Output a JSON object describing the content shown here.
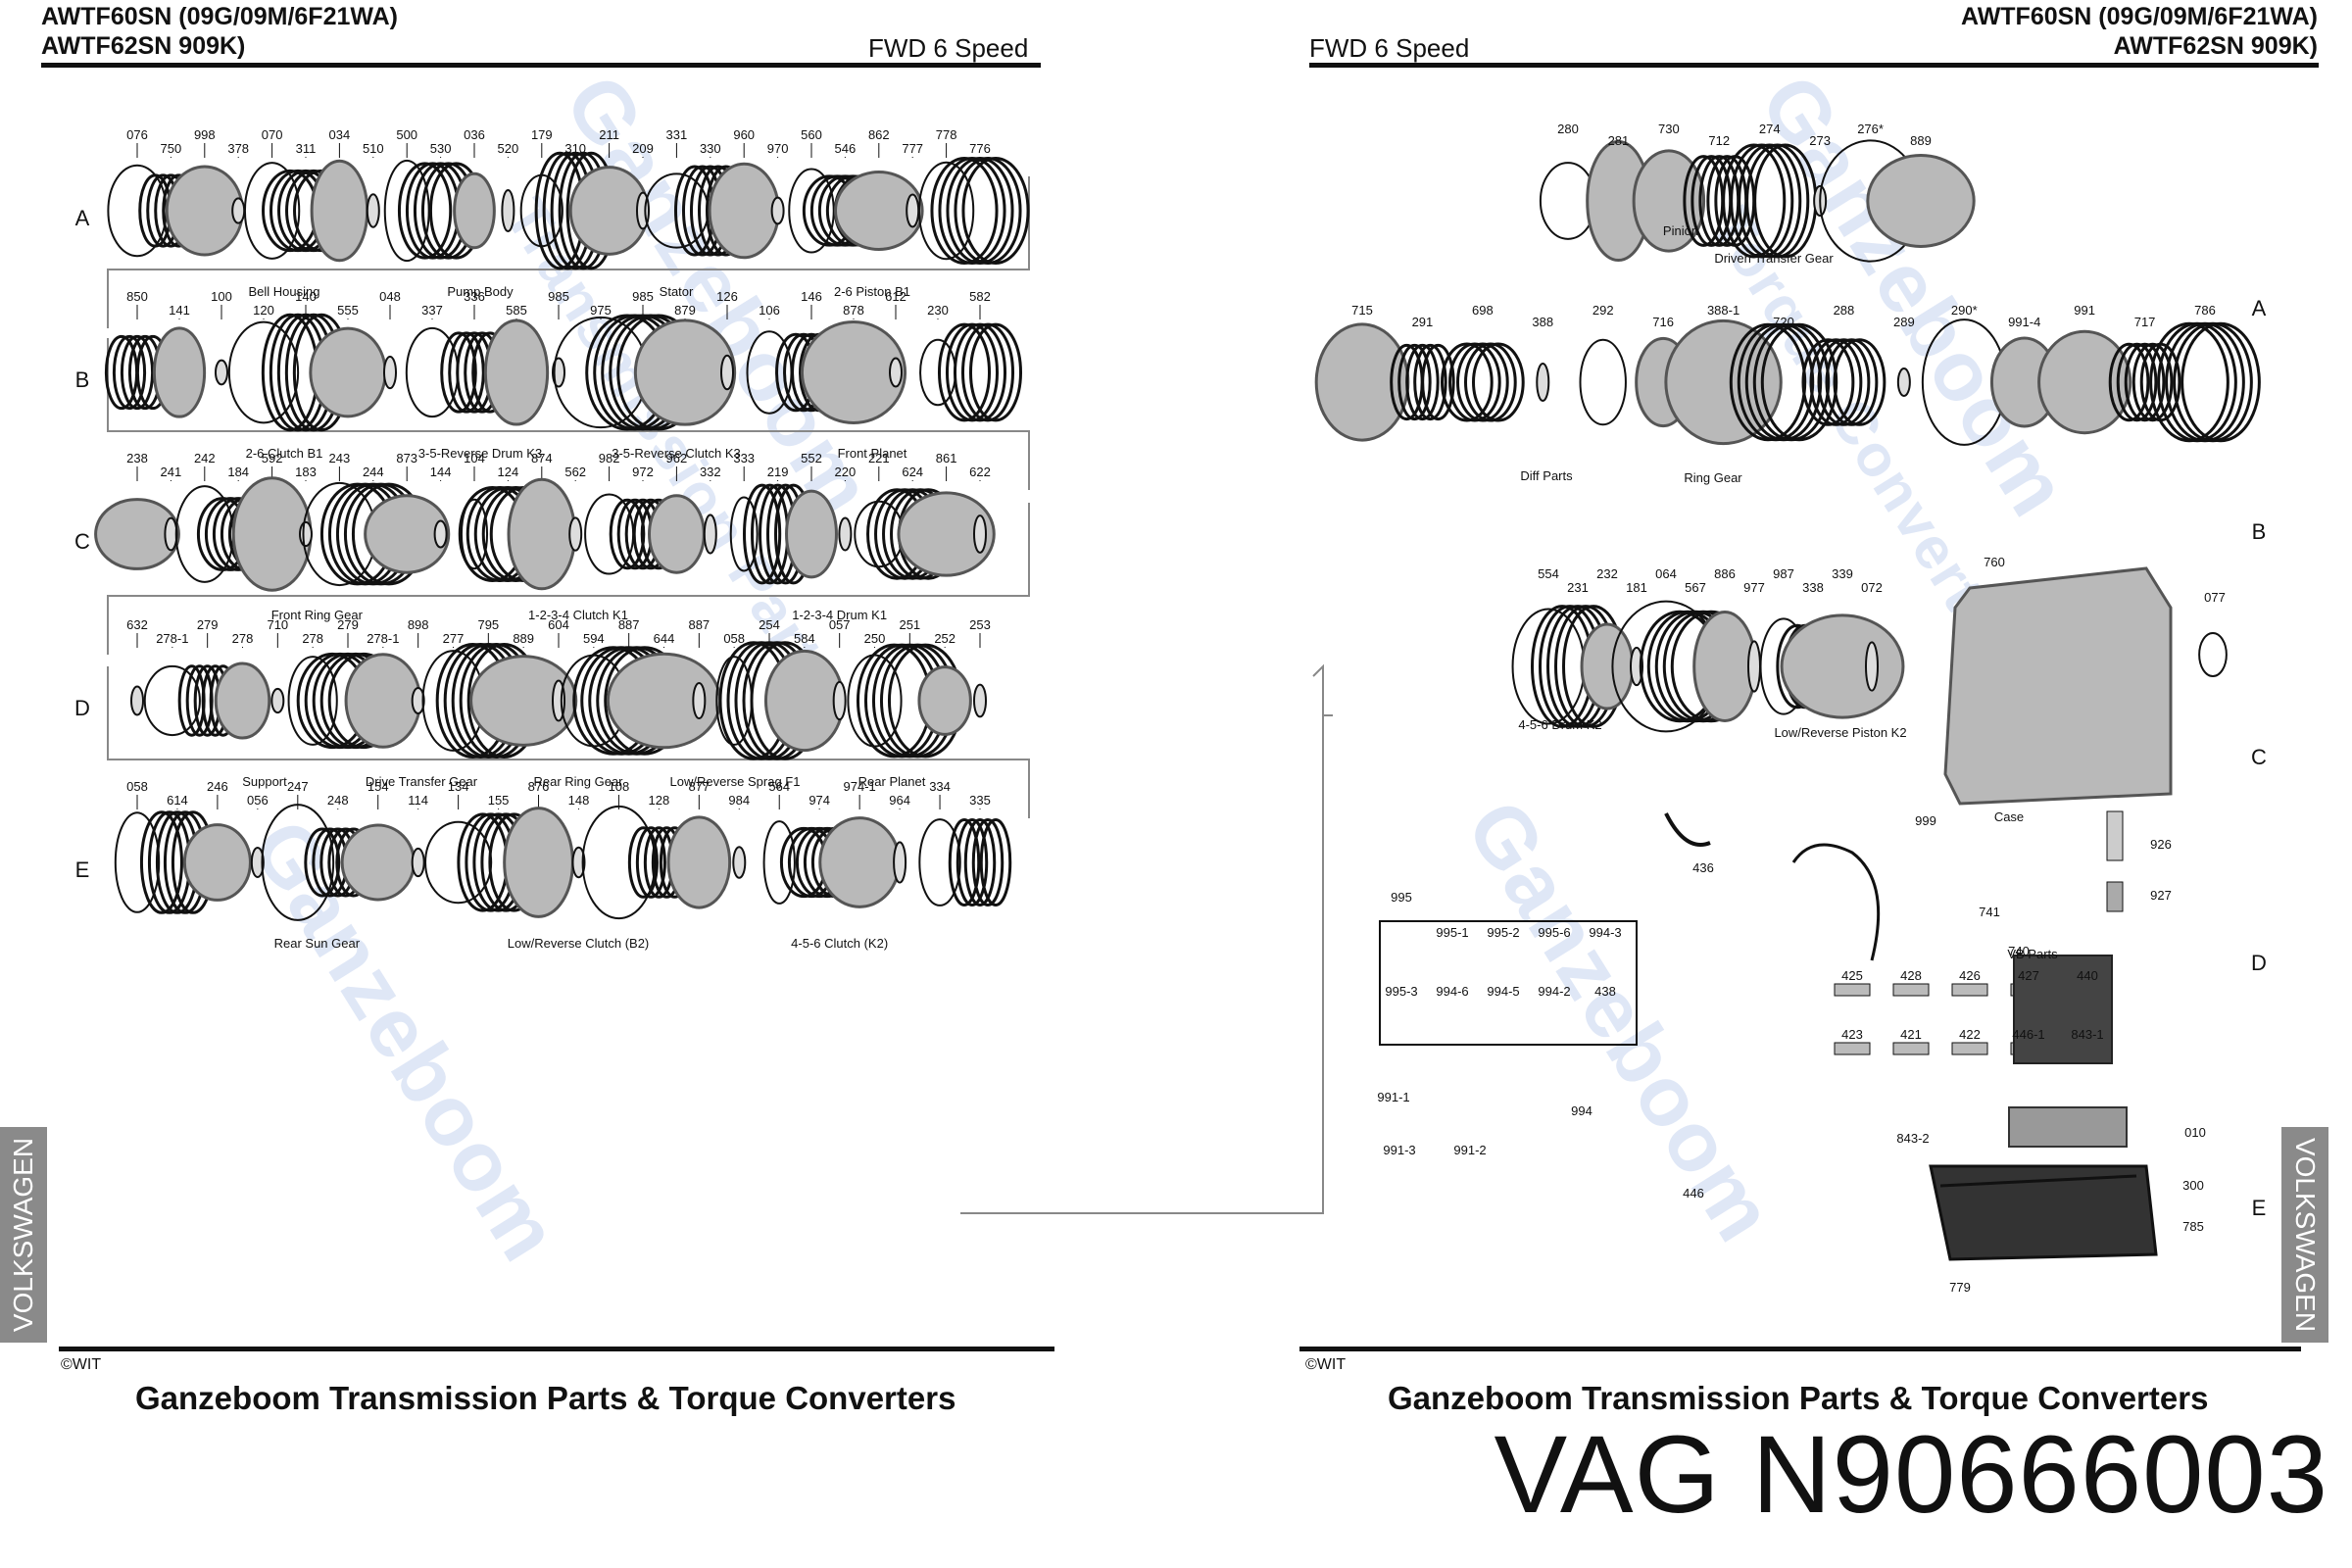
{
  "left_page": {
    "model_line1": "AWTF60SN (09G/09M/6F21WA)",
    "model_line2": "AWTF62SN 909K)",
    "subtitle": "FWD 6 Speed",
    "tab": "VOLKSWAGEN",
    "copyright": "©WIT",
    "footer": "Ganzeboom Transmission Parts & Torque Converters",
    "rows": [
      {
        "letter": "A",
        "numbers": [
          "076",
          "750",
          "998",
          "378",
          "070",
          "311",
          "034",
          "510",
          "500",
          "530",
          "036",
          "520",
          "179",
          "310",
          "211",
          "209",
          "331",
          "330",
          "960",
          "970",
          "560",
          "546",
          "862",
          "777",
          "778",
          "776"
        ],
        "captions": [
          "Bell Housing",
          "Pump Body",
          "Stator",
          "2-6 Piston B1"
        ]
      },
      {
        "letter": "B",
        "numbers": [
          "850",
          "141",
          "100",
          "120",
          "140",
          "555",
          "048",
          "337",
          "336",
          "585",
          "985",
          "975",
          "985",
          "879",
          "126",
          "106",
          "146",
          "878",
          "612",
          "230",
          "582"
        ],
        "captions": [
          "2-6 Clutch B1",
          "3-5-Reverse Drum K3",
          "3-5-Reverse Clutch K3",
          "Front Planet"
        ]
      },
      {
        "letter": "C",
        "numbers": [
          "238",
          "241",
          "242",
          "184",
          "592",
          "183",
          "243",
          "244",
          "873",
          "144",
          "104",
          "124",
          "874",
          "562",
          "982",
          "972",
          "962",
          "332",
          "333",
          "219",
          "552",
          "220",
          "221",
          "624",
          "861",
          "622"
        ],
        "captions": [
          "Front Ring Gear",
          "1-2-3-4 Clutch K1",
          "1-2-3-4 Drum K1"
        ]
      },
      {
        "letter": "D",
        "numbers": [
          "632",
          "278-1",
          "279",
          "278",
          "710",
          "278",
          "279",
          "278-1",
          "898",
          "277",
          "795",
          "889",
          "604",
          "594",
          "887",
          "644",
          "887",
          "058",
          "254",
          "584",
          "057",
          "250",
          "251",
          "252",
          "253"
        ],
        "captions": [
          "Support",
          "Drive Transfer Gear",
          "Rear Ring Gear",
          "Low/Reverse Sprag F1",
          "Rear Planet"
        ]
      },
      {
        "letter": "E",
        "numbers": [
          "058",
          "614",
          "246",
          "056",
          "247",
          "248",
          "154",
          "114",
          "134",
          "155",
          "876",
          "148",
          "108",
          "128",
          "877",
          "984",
          "564",
          "974",
          "974-1",
          "964",
          "334",
          "335"
        ],
        "captions": [
          "Rear Sun Gear",
          "Low/Reverse Clutch (B2)",
          "4-5-6 Clutch (K2)"
        ]
      }
    ]
  },
  "right_page": {
    "model_line1": "AWTF60SN (09G/09M/6F21WA)",
    "model_line2": "AWTF62SN 909K)",
    "subtitle": "FWD 6 Speed",
    "tab": "VOLKSWAGEN",
    "copyright": "©WIT",
    "footer": "Ganzeboom Transmission Parts & Torque Converters",
    "rows": [
      {
        "letter": "A",
        "numbers": [
          "280",
          "281",
          "730",
          "712",
          "274",
          "273",
          "276*",
          "889",
          "715",
          "291",
          "698",
          "388",
          "292",
          "716",
          "388-1",
          "720",
          "288",
          "289",
          "290*",
          "991-4",
          "991",
          "717",
          "786"
        ],
        "captions": [
          "Pinion",
          "Driven Transfer Gear",
          "Diff Parts",
          "Ring Gear"
        ]
      },
      {
        "letter": "B",
        "numbers": [
          "554",
          "231",
          "232",
          "181",
          "064",
          "567",
          "886",
          "977",
          "987",
          "338",
          "339",
          "072",
          "760",
          "077"
        ],
        "captions": [
          "4-5-6 Drum K2",
          "Low/Reverse Piston K2"
        ]
      },
      {
        "letter": "C",
        "numbers": [
          "436",
          "999",
          "926",
          "927"
        ],
        "captions": [
          "Case"
        ]
      },
      {
        "letter": "D",
        "numbers": [
          "995",
          "995-1",
          "995-2",
          "995-6",
          "994-3",
          "995-3",
          "994-6",
          "994-5",
          "994-2",
          "438",
          "741",
          "740",
          "425",
          "428",
          "426",
          "427",
          "440",
          "423",
          "421",
          "422",
          "446-1",
          "843-1"
        ],
        "captions": [
          "VB Parts"
        ]
      },
      {
        "letter": "E",
        "numbers": [
          "991-1",
          "991-3",
          "991-2",
          "994",
          "446",
          "843-2",
          "010",
          "300",
          "785",
          "779"
        ],
        "captions": []
      }
    ]
  },
  "watermark": [
    "Ganzeboom",
    "Transmission Parts",
    "Torque Converters"
  ],
  "part_number": "VAG N90666003",
  "colors": {
    "line": "#111111",
    "arrow": "#888888",
    "watermark": "#dfe7f6",
    "tab": "#8a8a8a",
    "part_fill": "#b9b9b9",
    "part_dark": "#555555"
  }
}
